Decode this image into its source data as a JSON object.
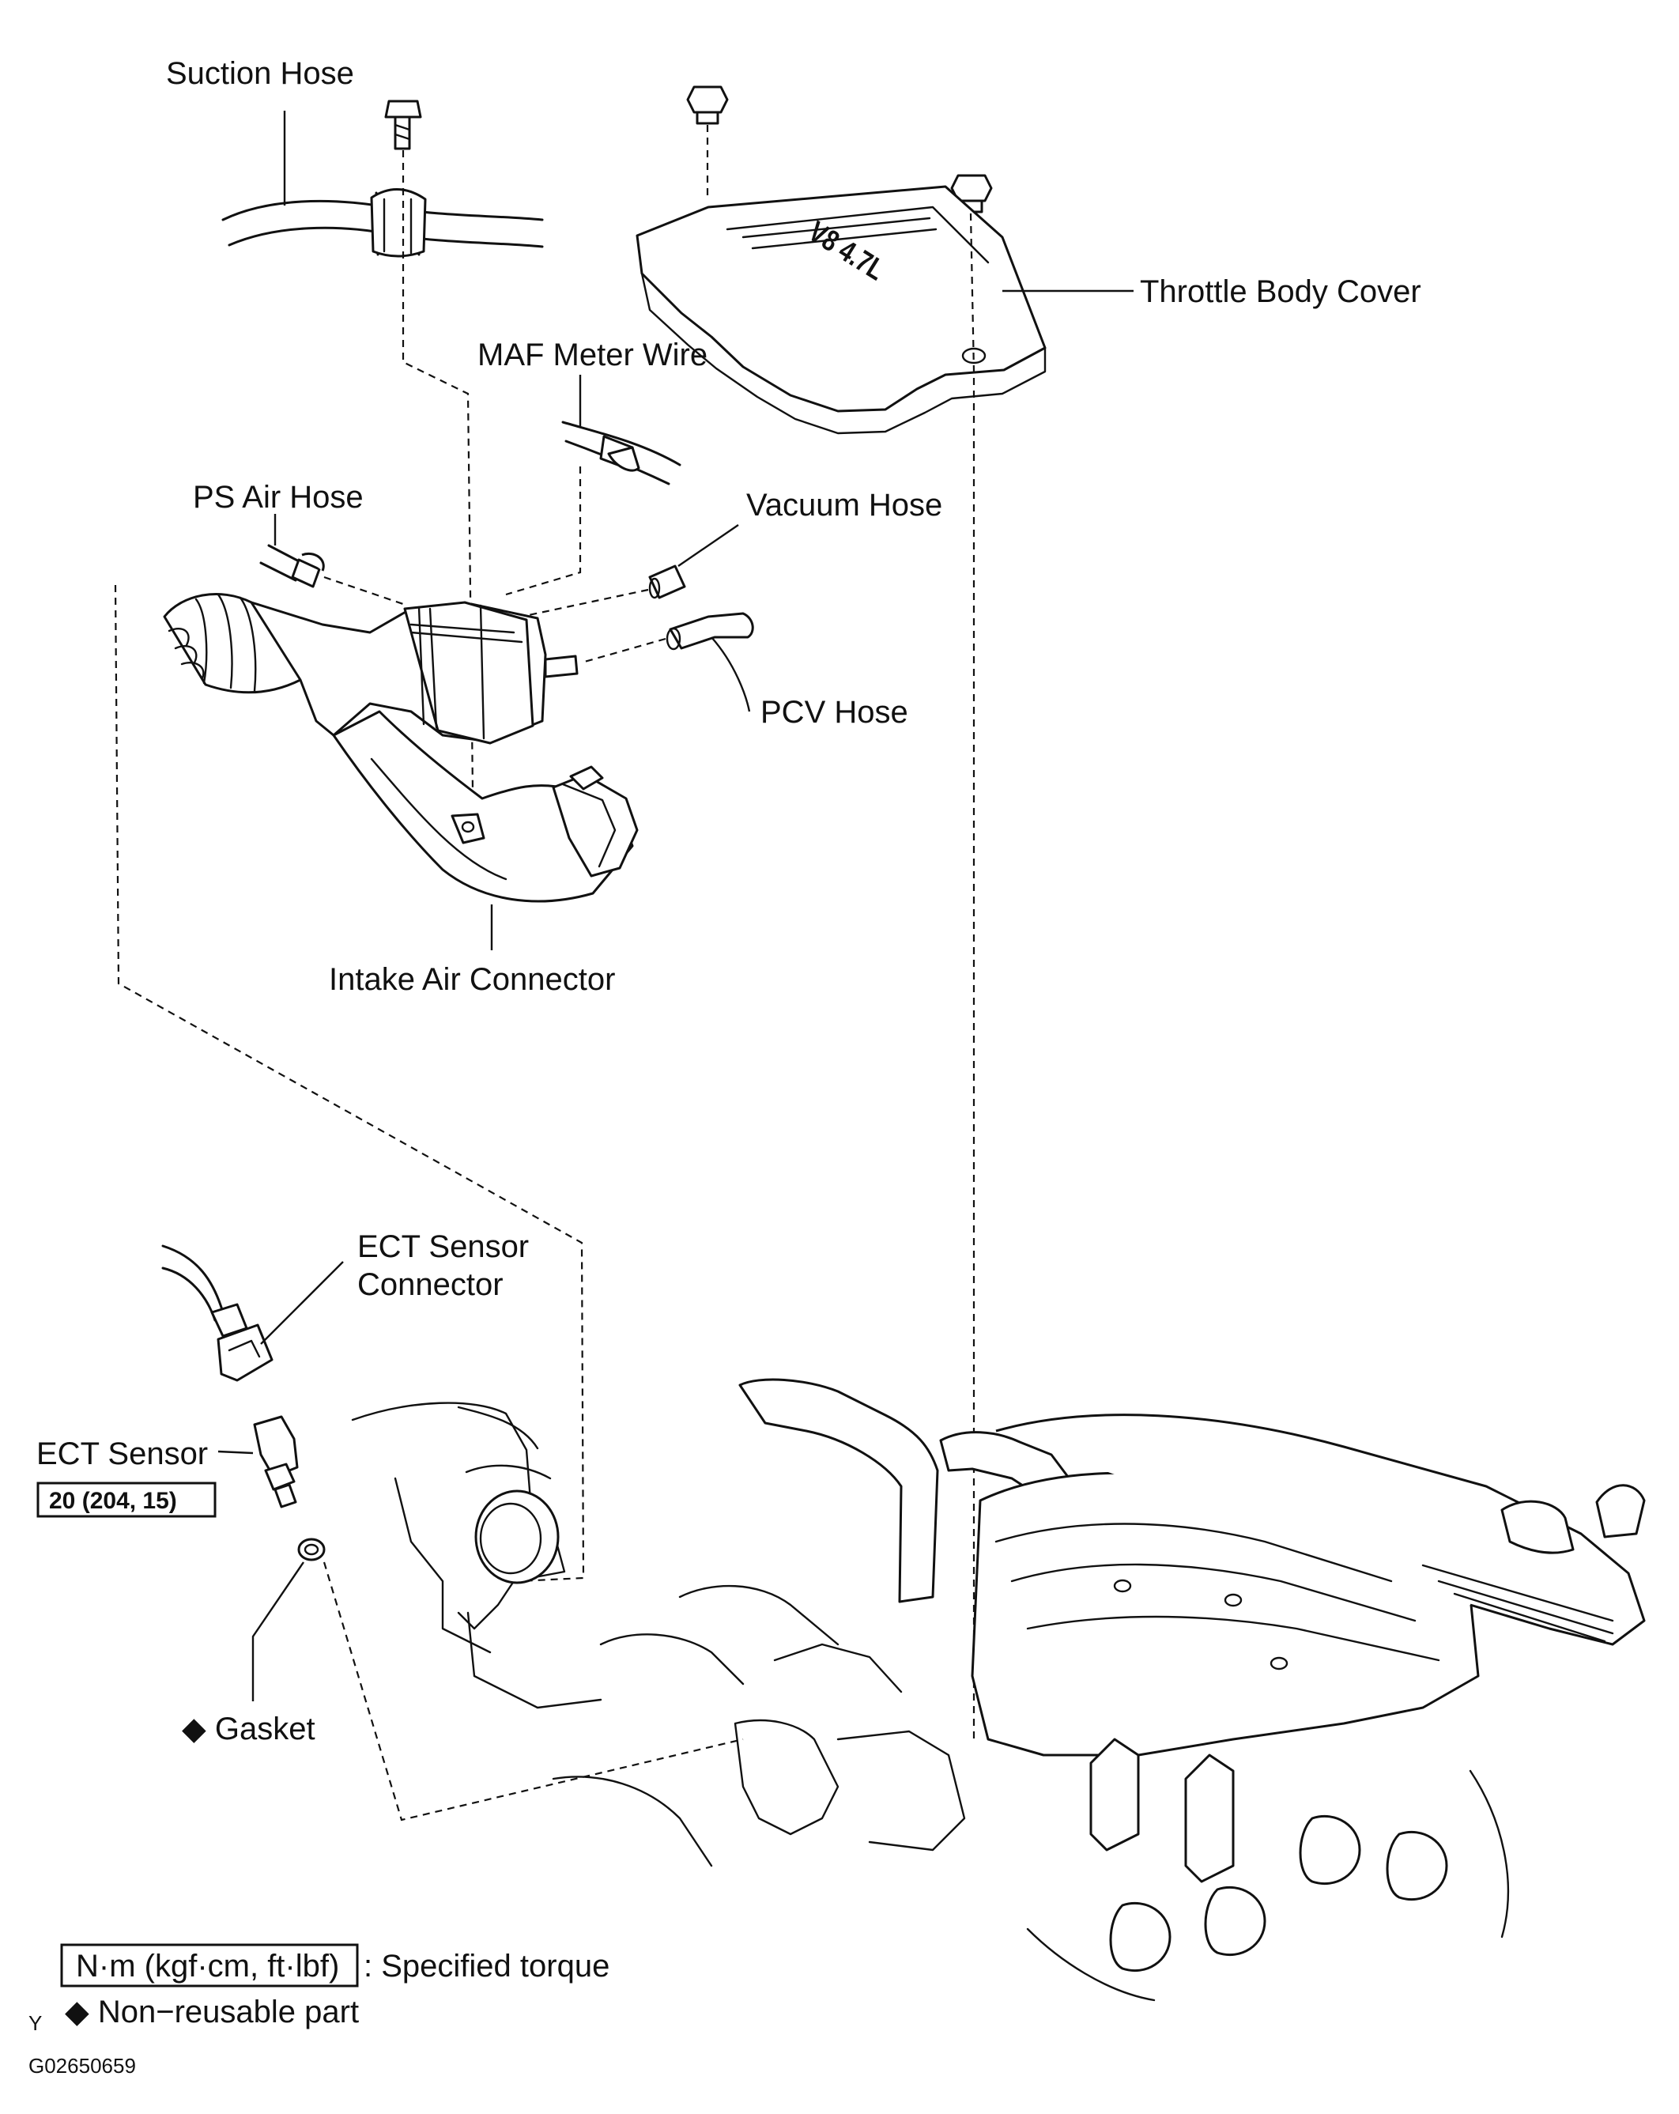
{
  "labels": {
    "suction_hose": "Suction Hose",
    "throttle_body_cover": "Throttle Body Cover",
    "maf_meter_wire": "MAF Meter Wire",
    "ps_air_hose": "PS Air Hose",
    "vacuum_hose": "Vacuum Hose",
    "pcv_hose": "PCV Hose",
    "intake_air_connector": "Intake Air Connector",
    "ect_sensor_connector_line1": "ECT Sensor",
    "ect_sensor_connector_line2": "Connector",
    "ect_sensor": "ECT Sensor",
    "ect_torque": "20 (204, 15)",
    "gasket": "◆ Gasket"
  },
  "cover_marking": "V8 4.7L",
  "legend": {
    "torque_box": "N·m (kgf·cm, ft·lbf)",
    "torque_desc": ": Specified torque",
    "nonreusable": "◆ Non−reusable part"
  },
  "corner_letter": "Y",
  "figure_id": "G02650659"
}
